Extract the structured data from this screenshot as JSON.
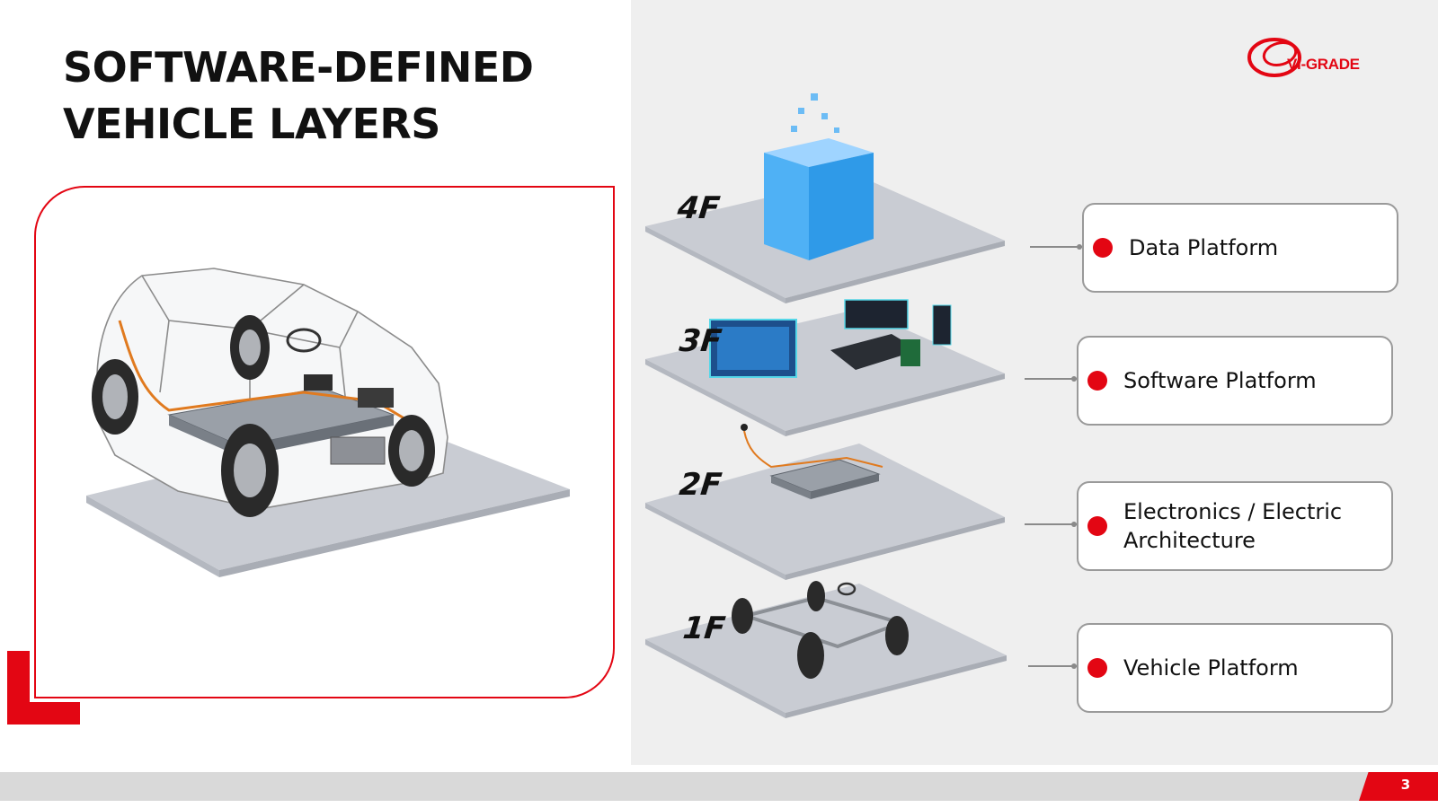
{
  "slide": {
    "title_line1": "SOFTWARE-DEFINED",
    "title_line2": "VEHICLE LAYERS",
    "page_number": "3"
  },
  "logo": {
    "text": "VI-GRADE"
  },
  "colors": {
    "accent": "#e30613",
    "panel": "#efefef",
    "platform": "#c9ccd3"
  },
  "layers": [
    {
      "floor": "4F",
      "label": "Data Platform",
      "icon": "data-cube-icon"
    },
    {
      "floor": "3F",
      "label": "Software Platform",
      "icon": "dashboard-screens-icon"
    },
    {
      "floor": "2F",
      "label": "Electronics / Electric Architecture",
      "icon": "battery-wiring-icon"
    },
    {
      "floor": "1F",
      "label": "Vehicle Platform",
      "icon": "chassis-icon"
    }
  ]
}
